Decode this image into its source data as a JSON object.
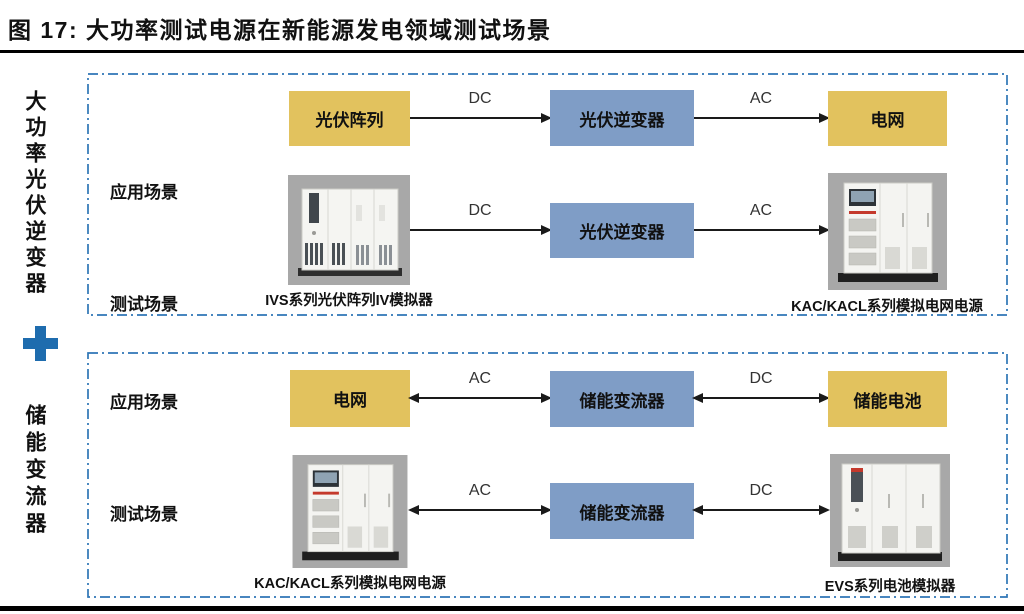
{
  "figure": {
    "title": "图 17: 大功率测试电源在新能源发电领域测试场景"
  },
  "sidebar": {
    "top_label": "大功率光伏逆变器",
    "plus_icon": "plus-icon",
    "bottom_label": "储能变流器"
  },
  "panels": [
    {
      "name": "pv-inverter-test-panel",
      "rows": [
        {
          "label": "应用场景",
          "node1": "光伏阵列",
          "arrow1": "DC",
          "node2": "光伏逆变器",
          "arrow2": "AC",
          "node3": "电网"
        },
        {
          "label": "测试场景",
          "caption1": "IVS系列光伏阵列IV模拟器",
          "arrow1": "DC",
          "node2": "光伏逆变器",
          "arrow2": "AC",
          "caption2": "KAC/KACL系列模拟电网电源"
        }
      ]
    },
    {
      "name": "storage-converter-test-panel",
      "rows": [
        {
          "label": "应用场景",
          "node1": "电网",
          "arrow1": "AC",
          "node2": "储能变流器",
          "arrow2": "DC",
          "node3": "储能电池"
        },
        {
          "label": "测试场景",
          "caption1": "KAC/KACL系列模拟电网电源",
          "arrow1": "AC",
          "node2": "储能变流器",
          "arrow2": "DC",
          "caption2": "EVS系列电池模拟器"
        }
      ]
    }
  ],
  "colors": {
    "yellow_node": "#E2C25E",
    "blue_node": "#7F9DC6",
    "panel_border": "#2E75B6",
    "plus_icon": "#1E6CAE",
    "arrow": "#1a1a1a",
    "equip_background": "#A8A8A8"
  }
}
